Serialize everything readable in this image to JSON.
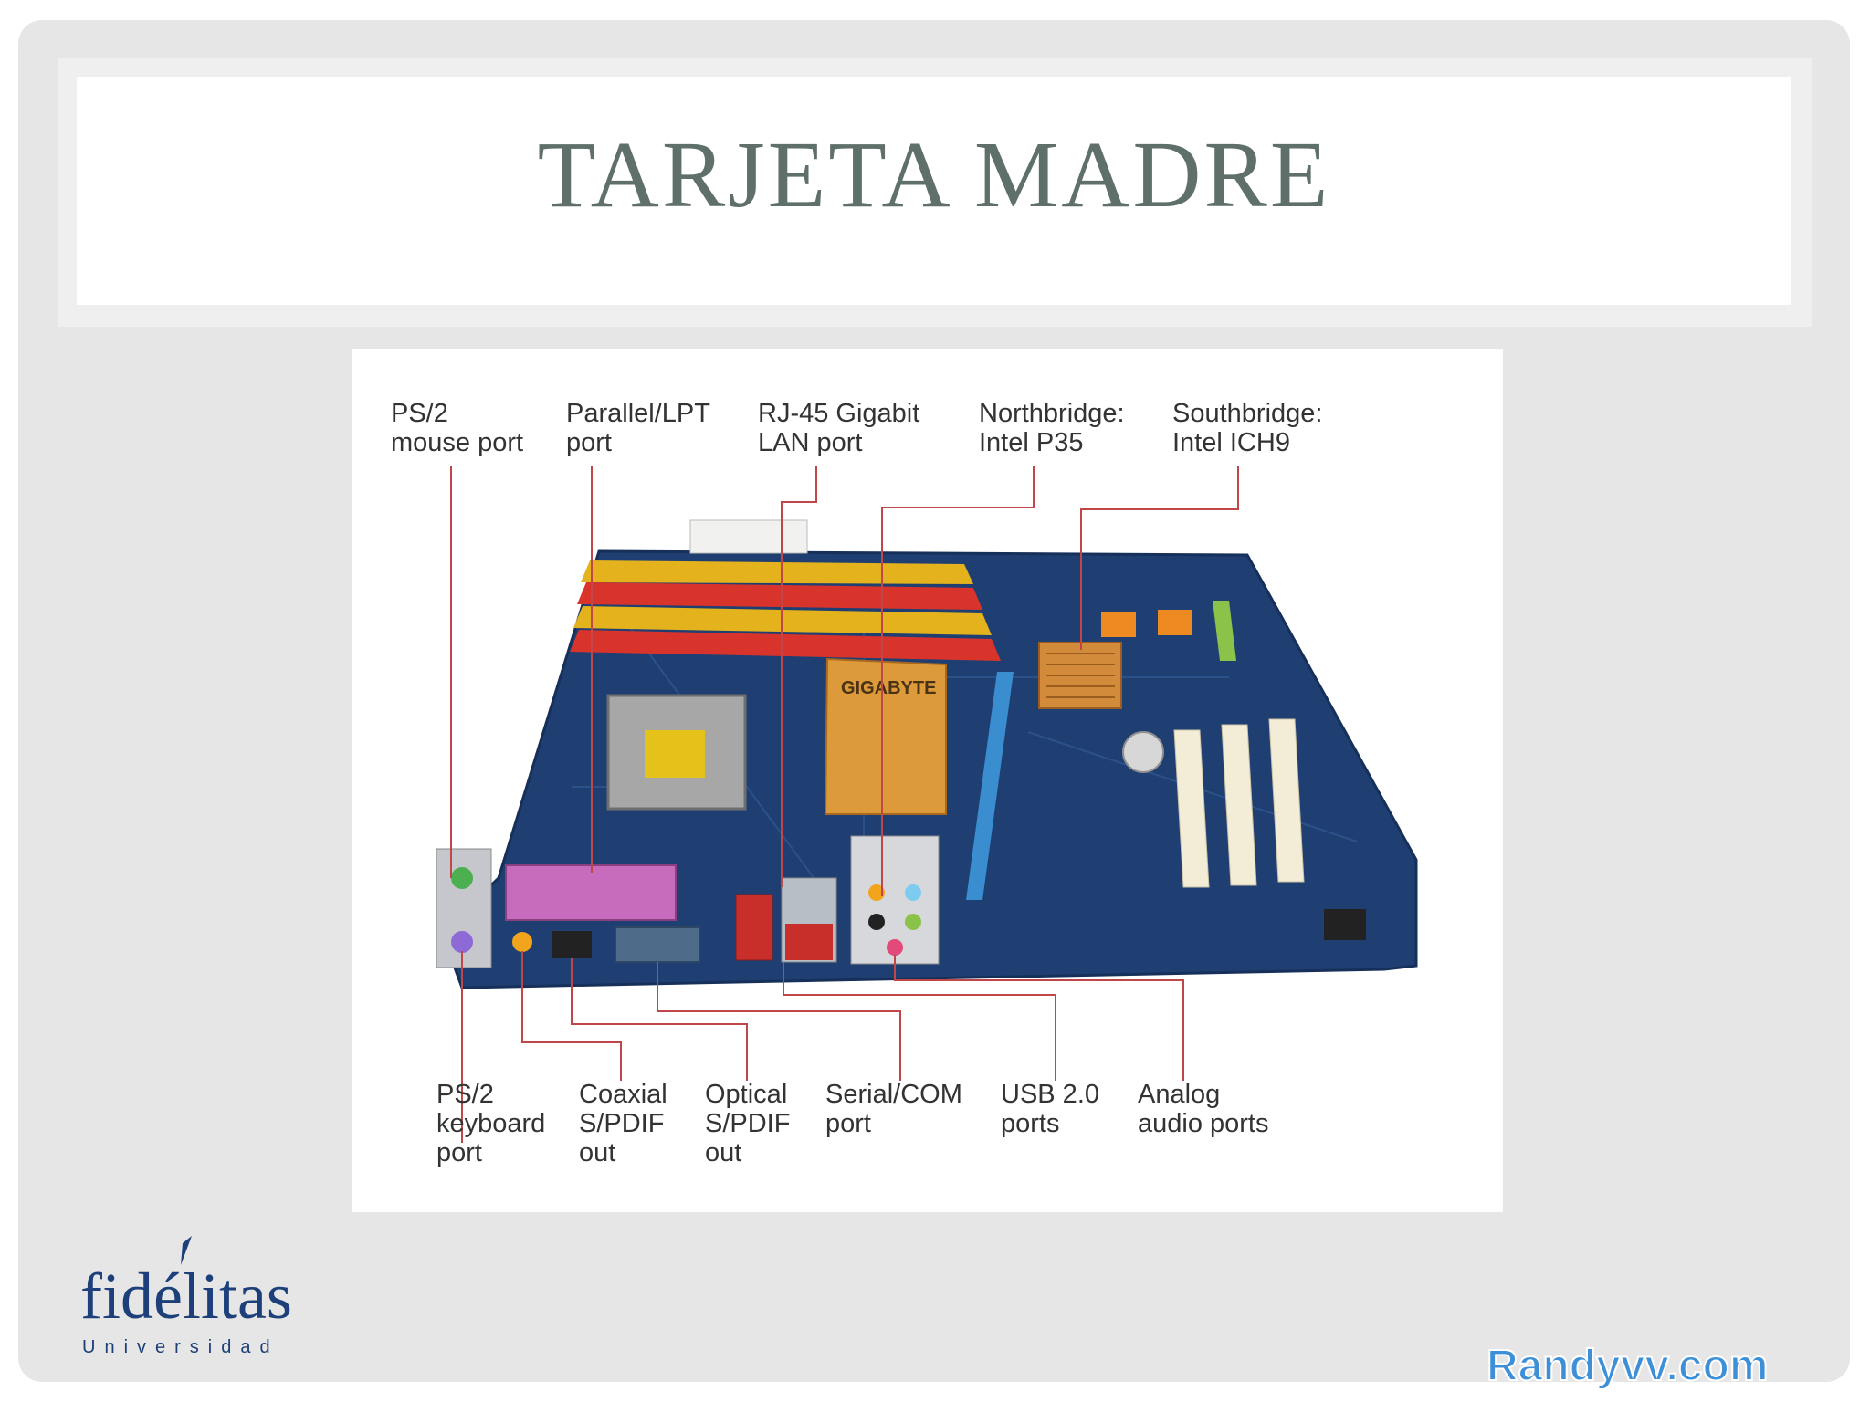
{
  "slide": {
    "title": "TARJETA MADRE"
  },
  "figure": {
    "labels_top": [
      {
        "line1": "PS/2",
        "line2": "mouse port"
      },
      {
        "line1": "Parallel/LPT",
        "line2": "port"
      },
      {
        "line1": "RJ-45 Gigabit",
        "line2": "LAN port"
      },
      {
        "line1": "Northbridge:",
        "line2": "Intel P35"
      },
      {
        "line1": "Southbridge:",
        "line2": "Intel ICH9"
      }
    ],
    "labels_bottom": [
      {
        "line1": "PS/2",
        "line2": "keyboard",
        "line3": "port"
      },
      {
        "line1": "Coaxial",
        "line2": "S/PDIF",
        "line3": "out"
      },
      {
        "line1": "Optical",
        "line2": "S/PDIF",
        "line3": "out"
      },
      {
        "line1": "Serial/COM",
        "line2": "port"
      },
      {
        "line1": "USB 2.0",
        "line2": "ports"
      },
      {
        "line1": "Analog",
        "line2": "audio ports"
      }
    ],
    "board_brand": "GIGABYTE"
  },
  "branding": {
    "left_logo_text": "fidélitas",
    "left_logo_subtext": "Universidad",
    "right_watermark": "Randyvv.com"
  },
  "colors": {
    "title": "#5f6f69",
    "leader_lines": "#c0464a",
    "board": "#1f3f73",
    "logo_left": "#1d3f7a",
    "watermark": "#3d8fd8"
  }
}
